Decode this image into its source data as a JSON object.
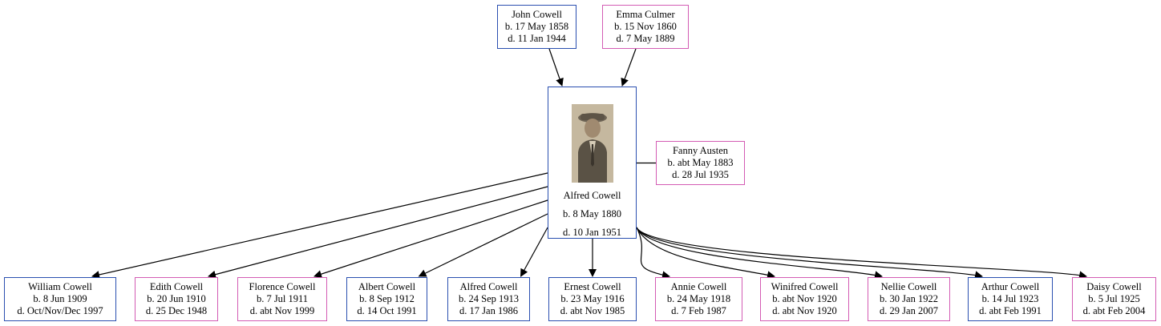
{
  "colors": {
    "male_border": "#2a4fb0",
    "female_border": "#d35cb4",
    "edge": "#000000"
  },
  "parents": [
    {
      "id": "father",
      "name": "John Cowell",
      "born": "b. 17 May 1858",
      "died": "d. 11 Jan 1944",
      "sex": "male"
    },
    {
      "id": "mother",
      "name": "Emma Culmer",
      "born": "b. 15 Nov 1860",
      "died": "d. 7 May 1889",
      "sex": "female"
    }
  ],
  "subject": {
    "name": "Alfred Cowell",
    "born": "b. 8 May 1880",
    "died": "d. 10 Jan 1951",
    "sex": "male",
    "photo_icon": "portrait-photo"
  },
  "spouse": {
    "name": "Fanny Austen",
    "born": "b. abt May 1883",
    "died": "d. 28 Jul 1935",
    "sex": "female"
  },
  "children": [
    {
      "name": "William Cowell",
      "born": "b. 8 Jun 1909",
      "died": "d. Oct/Nov/Dec 1997",
      "sex": "male"
    },
    {
      "name": "Edith Cowell",
      "born": "b. 20 Jun 1910",
      "died": "d. 25 Dec 1948",
      "sex": "female"
    },
    {
      "name": "Florence Cowell",
      "born": "b. 7 Jul 1911",
      "died": "d. abt Nov 1999",
      "sex": "female"
    },
    {
      "name": "Albert Cowell",
      "born": "b. 8 Sep 1912",
      "died": "d. 14 Oct 1991",
      "sex": "male"
    },
    {
      "name": "Alfred Cowell",
      "born": "b. 24 Sep 1913",
      "died": "d. 17 Jan 1986",
      "sex": "male"
    },
    {
      "name": "Ernest Cowell",
      "born": "b. 23 May 1916",
      "died": "d. abt Nov 1985",
      "sex": "male"
    },
    {
      "name": "Annie Cowell",
      "born": "b. 24 May 1918",
      "died": "d. 7 Feb 1987",
      "sex": "female"
    },
    {
      "name": "Winifred Cowell",
      "born": "b. abt Nov 1920",
      "died": "d. abt Nov 1920",
      "sex": "female"
    },
    {
      "name": "Nellie Cowell",
      "born": "b. 30 Jan 1922",
      "died": "d. 29 Jan 2007",
      "sex": "female"
    },
    {
      "name": "Arthur Cowell",
      "born": "b. 14 Jul 1923",
      "died": "d. abt Feb 1991",
      "sex": "male"
    },
    {
      "name": "Daisy Cowell",
      "born": "b. 5 Jul 1925",
      "died": "d. abt Feb 2004",
      "sex": "female"
    }
  ]
}
